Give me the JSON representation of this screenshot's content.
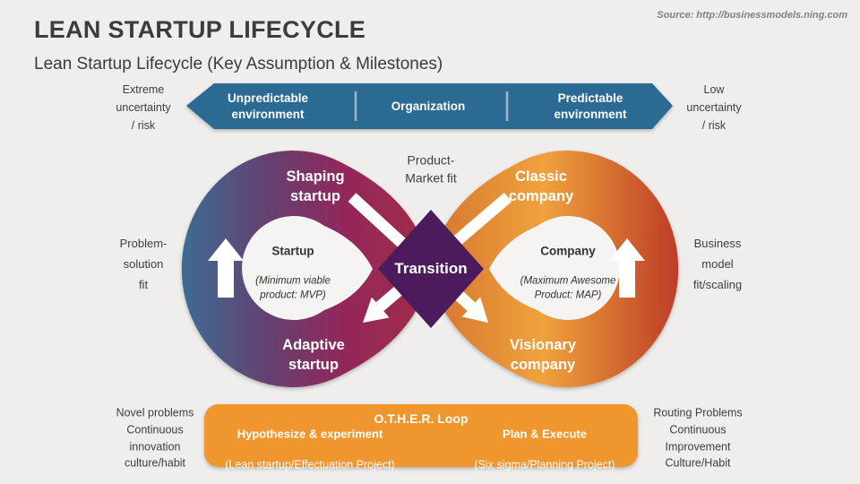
{
  "header": {
    "title": "LEAN STARTUP LIFECYCLE",
    "subtitle": "Lean Startup Lifecycle (Key Assumption & Milestones)",
    "source": "Source: http://businessmodels.ning.com"
  },
  "banner": {
    "color": "#2B6B93",
    "left_label": "Extreme\nuncertainty\n/ risk",
    "right_label": "Low\nuncertainty\n/ risk",
    "segments": [
      {
        "label": "Unpredictable\nenvironment"
      },
      {
        "label": "Organization"
      },
      {
        "label": "Predictable\nenvironment"
      }
    ]
  },
  "loop": {
    "left": {
      "top_label": "Shaping\nstartup",
      "bottom_label": "Adaptive\nstartup",
      "hole_title": "Startup",
      "hole_subtitle": "(Minimum viable\nproduct: MVP)",
      "outer_label": "Problem-\nsolution\nfit",
      "gradient": [
        "#3E6B93",
        "#65406F",
        "#93275B",
        "#A22E47"
      ]
    },
    "right": {
      "top_label": "Classic\ncompany",
      "bottom_label": "Visionary\ncompany",
      "hole_title": "Company",
      "hole_subtitle": "(Maximum Awesome\nProduct: MAP)",
      "outer_label": "Business\nmodel\nfit/scaling",
      "gradient": [
        "#D4752F",
        "#F0A23C",
        "#BC3B27"
      ]
    },
    "center": {
      "diamond_label": "Transition",
      "diamond_color": "#4B1B5C",
      "top_label": "Product-\nMarket fit"
    }
  },
  "other_loop": {
    "color": "#F0962D",
    "title": "O.T.H.E.R. Loop",
    "columns": [
      {
        "title": "Hypothesize & experiment",
        "subtitle": "(Lean startup/Effectuation Project)"
      },
      {
        "title": "Plan & Execute",
        "subtitle": "(Six sigma/Planning Project)"
      }
    ]
  },
  "corners": {
    "bottom_left": "Novel problems\nContinuous\ninnovation\nculture/habit",
    "bottom_right": "Routing Problems\nContinuous\nImprovement\nCulture/Habit"
  }
}
